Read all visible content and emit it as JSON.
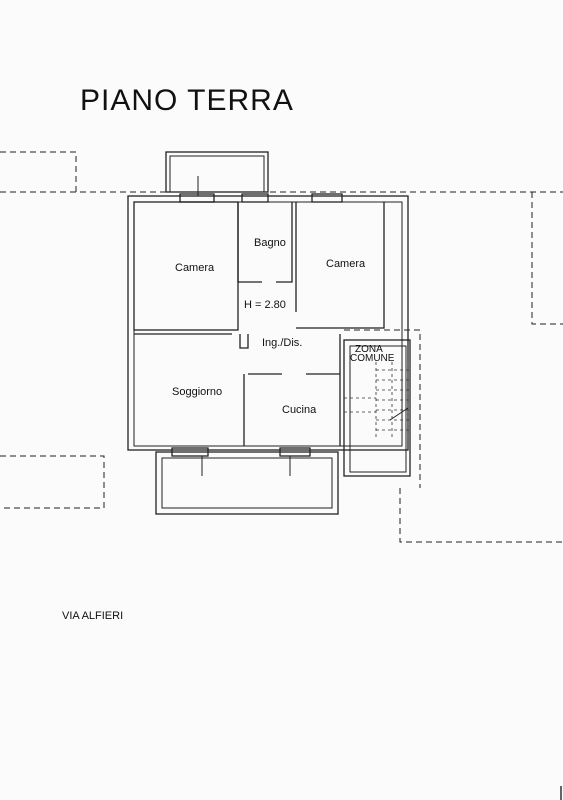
{
  "title": "PIANO TERRA",
  "rooms": {
    "camera_left": "Camera",
    "bagno": "Bagno",
    "camera_right": "Camera",
    "height": "H = 2.80",
    "ingresso": "Ing./Dis.",
    "soggiorno": "Soggiorno",
    "cucina": "Cucina"
  },
  "common_area": {
    "line1": "ZONA",
    "line2": "COMUNE"
  },
  "street": "VIA ALFIERI"
}
